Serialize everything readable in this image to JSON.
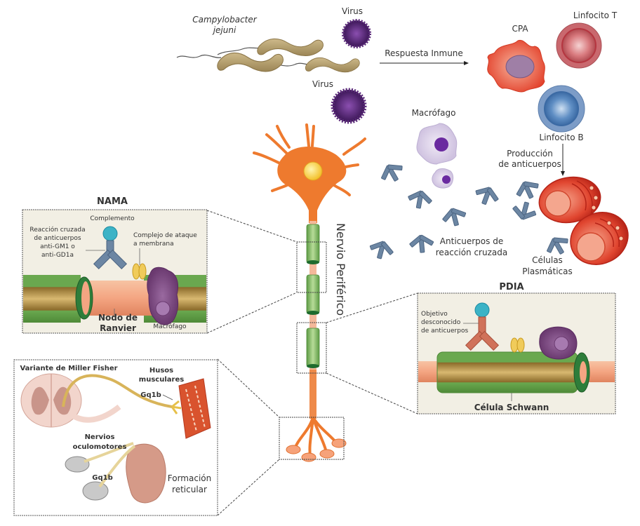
{
  "pathogens": {
    "bacteria_label_line1": "Campylobacter",
    "bacteria_label_line2": "jejuni",
    "virus_top_label": "Virus",
    "virus_bottom_label": "Virus"
  },
  "immune_response": {
    "arrow_label": "Respuesta Inmune",
    "apc_label": "CPA",
    "t_cell_label": "Linfocito T",
    "b_cell_label": "Linfocito B",
    "production_label_line1": "Producción",
    "production_label_line2": "de anticuerpos",
    "macrophage_label": "Macrófago",
    "cross_antibodies_line1": "Anticuerpos de",
    "cross_antibodies_line2": "reacción cruzada",
    "plasma_cells_line1": "Células",
    "plasma_cells_line2": "Plasmáticas"
  },
  "neuron": {
    "nerve_label": "Nervio Periférico"
  },
  "nama_panel": {
    "title": "NAMA",
    "complement_label": "Complemento",
    "antibody_label_line1": "Reacción cruzada",
    "antibody_label_line2": "de anticuerpos",
    "antibody_label_line3": "anti-GM1 o",
    "antibody_label_line4": "anti-GD1a",
    "mac_label_line1": "Complejo de ataque",
    "mac_label_line2": "a membrana",
    "node_label_line1": "Nodo de",
    "node_label_line2": "Ranvier",
    "macrophage_label": "Macrófago"
  },
  "pdia_panel": {
    "title": "PDIA",
    "target_label_line1": "Objetivo",
    "target_label_line2": "desconocido",
    "target_label_line3": "de anticuerpos",
    "schwann_label": "Célula Schwann"
  },
  "miller_fisher_panel": {
    "title": "Variante de Miller Fisher",
    "spindles_line1": "Husos",
    "spindles_line2": "musculares",
    "gq1b_top": "Gq1b",
    "oculomotor_line1": "Nervios",
    "oculomotor_line2": "oculomotores",
    "gq1b_bottom": "Gq1b",
    "reticular_line1": "Formación",
    "reticular_line2": "reticular"
  },
  "colors": {
    "panel_fill": "#f2efe4",
    "myelin_green": "#6aa84f",
    "axon_orange": "#f4a582",
    "neuron_orange": "#ee7a2e",
    "antibody_blue": "#6c86a3",
    "plasma_red": "#d9352a",
    "virus_purple": "#5b2a7a"
  }
}
